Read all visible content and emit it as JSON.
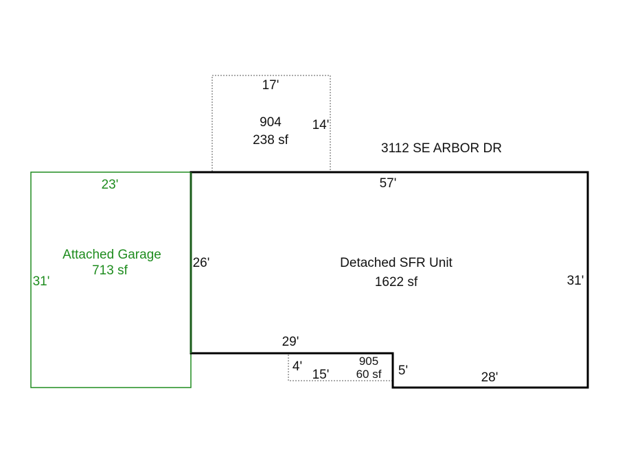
{
  "address": "3112 SE ARBOR DR",
  "colors": {
    "garage": "#1e8c1e",
    "main": "#000000",
    "addition": "#555555"
  },
  "areas": {
    "addition_904": {
      "code": "904",
      "area": "238 sf",
      "width": "17'",
      "depth": "14'"
    },
    "main": {
      "name": "Detached SFR Unit",
      "area": "1622 sf",
      "top": "57'",
      "left": "26'",
      "right": "31'",
      "bottom_left": "29'",
      "step": "5'",
      "bottom_right": "28'"
    },
    "garage": {
      "name": "Attached Garage",
      "area": "713 sf",
      "width": "23'",
      "depth": "31'"
    },
    "addition_905": {
      "code": "905",
      "area": "60 sf",
      "width": "15'",
      "depth": "4'"
    }
  }
}
